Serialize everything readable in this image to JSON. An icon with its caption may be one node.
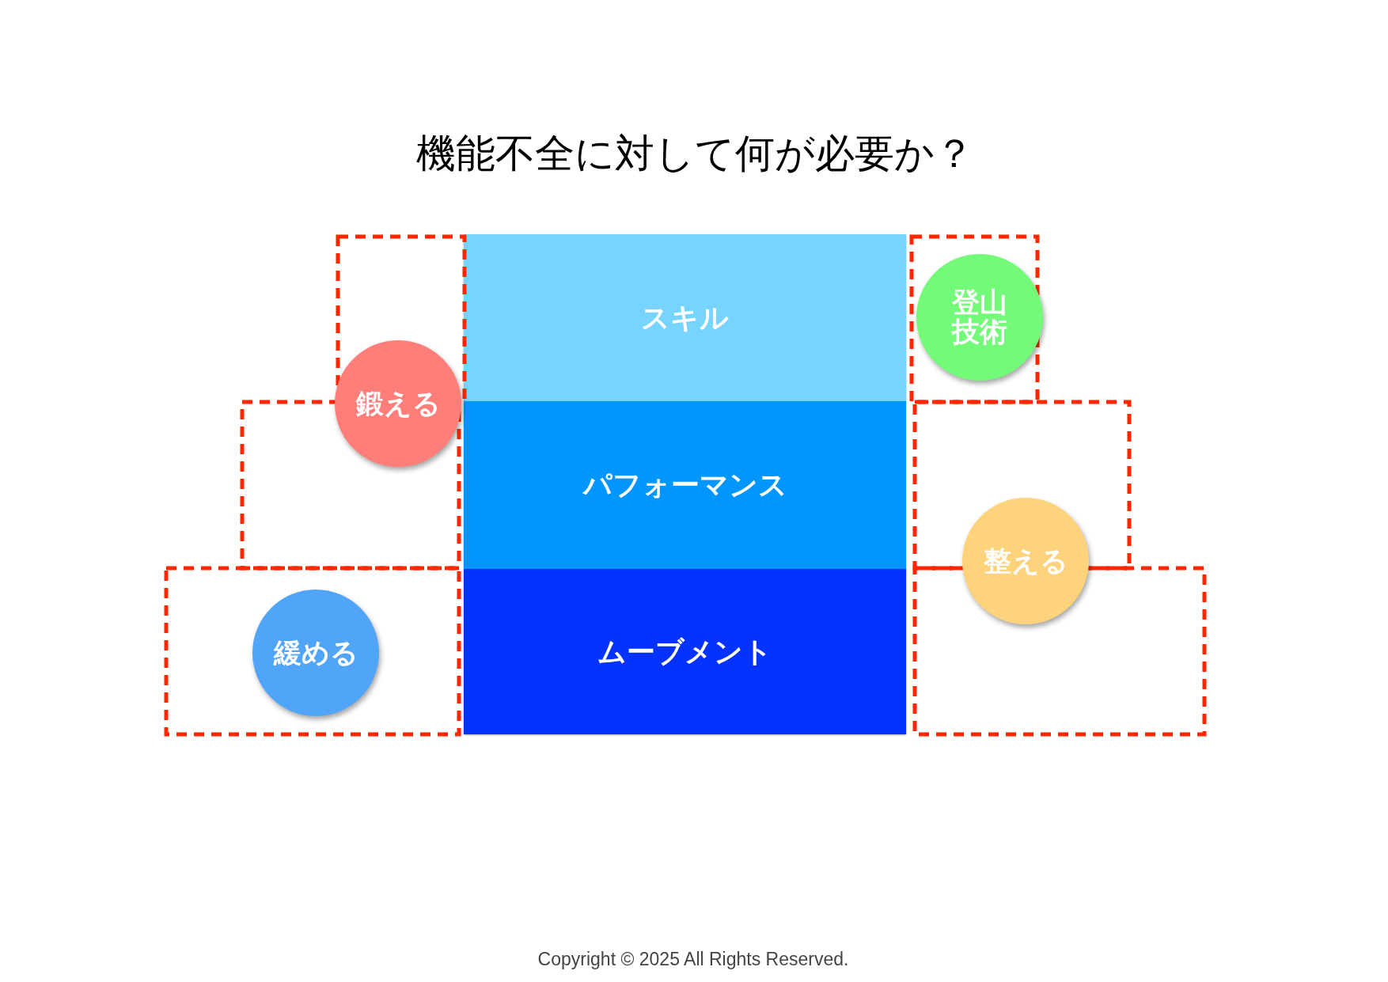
{
  "diagram": {
    "title": "機能不全に対して何が必要か？",
    "nodes": [
      {
        "text": [
          "スキル"
        ]
      },
      {
        "text": [
          "登山技術"
        ]
      },
      {
        "text": [
          "鍛える"
        ]
      },
      {
        "text": [
          "パフォーマンス"
        ]
      },
      {
        "text": [
          "整える"
        ]
      },
      {
        "text": [
          "緩める"
        ]
      },
      {
        "text": [
          "ムーブメント"
        ]
      }
    ],
    "labels": [
      "Copyright © 2025 All Rights Reserved."
    ]
  }
}
